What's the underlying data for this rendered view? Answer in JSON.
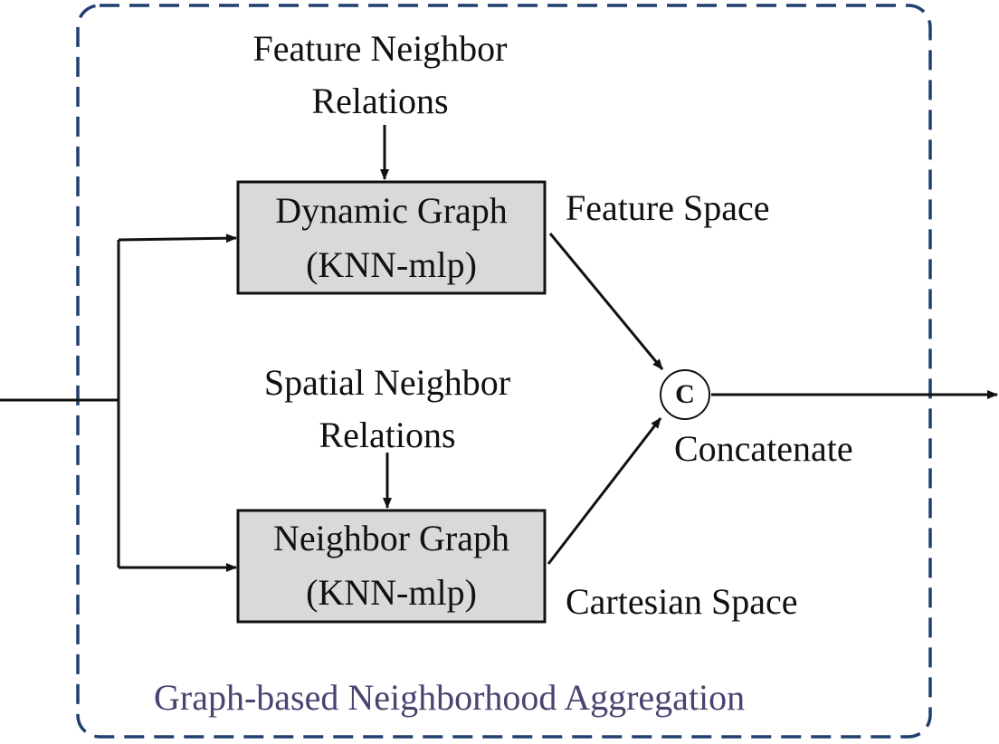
{
  "frame": {
    "title": "Graph-based Neighborhood Aggregation",
    "border_color": "#1f3f6e",
    "title_color": "#4d4170"
  },
  "top_branch": {
    "relation_label_line1": "Feature Neighbor",
    "relation_label_line2": "Relations",
    "box_line1": "Dynamic Graph",
    "box_line2": "(KNN-mlp)",
    "space_label": "Feature Space"
  },
  "bottom_branch": {
    "relation_label_line1": "Spatial Neighbor",
    "relation_label_line2": "Relations",
    "box_line1": "Neighbor Graph",
    "box_line2": "(KNN-mlp)",
    "space_label": "Cartesian Space"
  },
  "concat": {
    "symbol": "C",
    "label": "Concatenate"
  },
  "colors": {
    "box_fill": "#d9d9d9",
    "stroke": "#111111"
  }
}
